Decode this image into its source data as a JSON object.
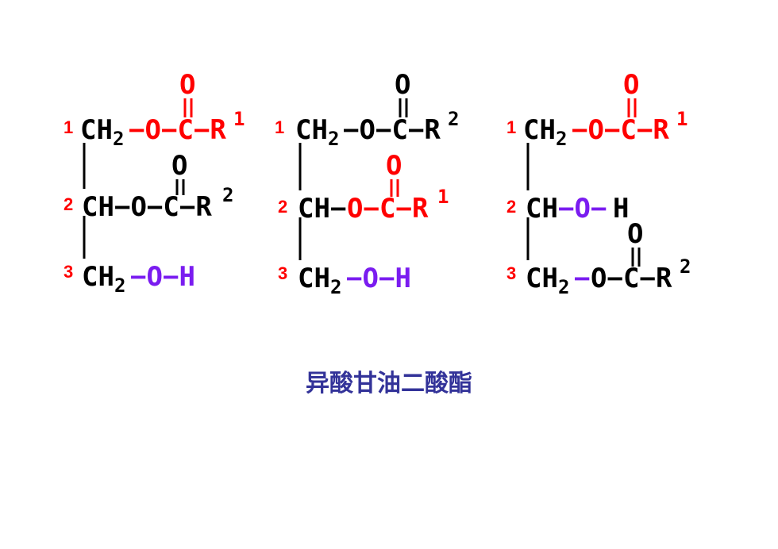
{
  "colors": {
    "black": "#000000",
    "red": "#ff0000",
    "purple": "#7a1cf0",
    "caption": "#333399"
  },
  "labels": {
    "pos1": "1",
    "pos2": "2",
    "pos3": "3",
    "CH2": "CH",
    "CH": "CH",
    "sub2": "2",
    "O": "O",
    "C": "C",
    "H": "H",
    "R": "R",
    "sup1": "1",
    "sup2": "2",
    "dash": "−"
  },
  "caption": "异酸甘油二酸酯"
}
